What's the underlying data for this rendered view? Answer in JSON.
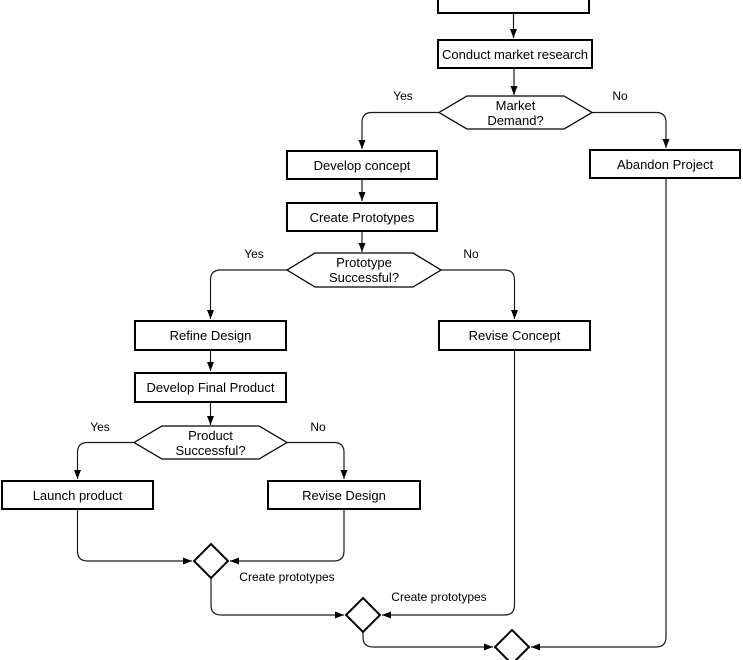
{
  "canvas": {
    "background": "#ffffff",
    "shape_stroke": "#000000",
    "line_stroke": "#1a1a1a",
    "shape_fill": "#ffffff"
  },
  "nodes": {
    "top_partial": "",
    "conduct_market_research": "Conduct market research",
    "develop_concept": "Develop concept",
    "abandon_project": "Abandon Project",
    "create_prototypes": "Create Prototypes",
    "refine_design": "Refine Design",
    "revise_concept": "Revise Concept",
    "develop_final_product": "Develop Final Product",
    "launch_product": "Launch product",
    "revise_design2": "Revise Design"
  },
  "decisions": {
    "market_demand": {
      "line1": "Market",
      "line2": "Demand?"
    },
    "prototype_successful": {
      "line1": "Prototype",
      "line2": "Successful?"
    },
    "product_successful": {
      "line1": "Product",
      "line2": "Successful?"
    }
  },
  "edge_labels": {
    "market_yes": "Yes",
    "market_no": "No",
    "prototype_yes": "Yes",
    "prototype_no": "No",
    "product_yes": "Yes",
    "product_no": "No",
    "merge_label_1": "Create prototypes",
    "merge_label_2": "Create prototypes"
  }
}
